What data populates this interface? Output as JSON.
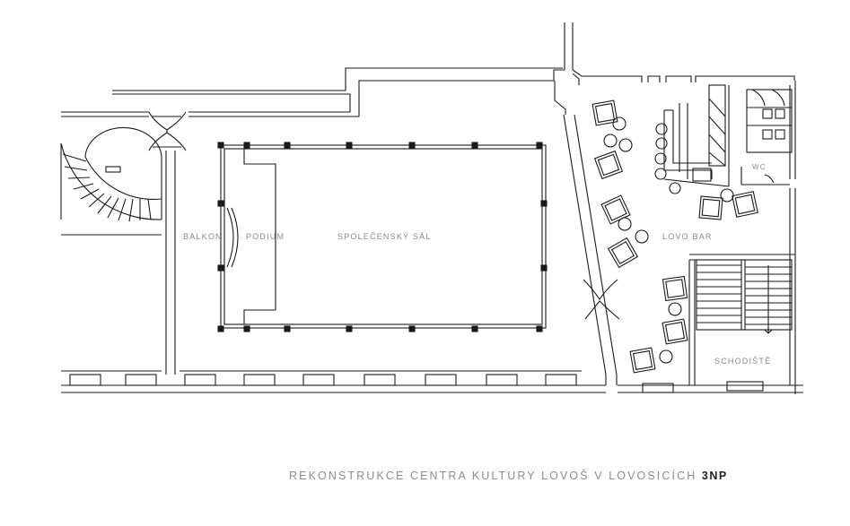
{
  "labels": {
    "balkon": "BALKON",
    "podium": "PODIUM",
    "sal": "SPOLEČENSKÝ SÁL",
    "bar": "LOVO BAR",
    "wc": "WC",
    "stairs": "SCHODIŠTĚ"
  },
  "caption": {
    "title": "REKONSTRUKCE CENTRA KULTURY LOVOŠ V LOVOSICÍCH",
    "floor": "3NP"
  },
  "colors": {
    "line": "#1a1a1a",
    "label": "#8a8a8a"
  }
}
